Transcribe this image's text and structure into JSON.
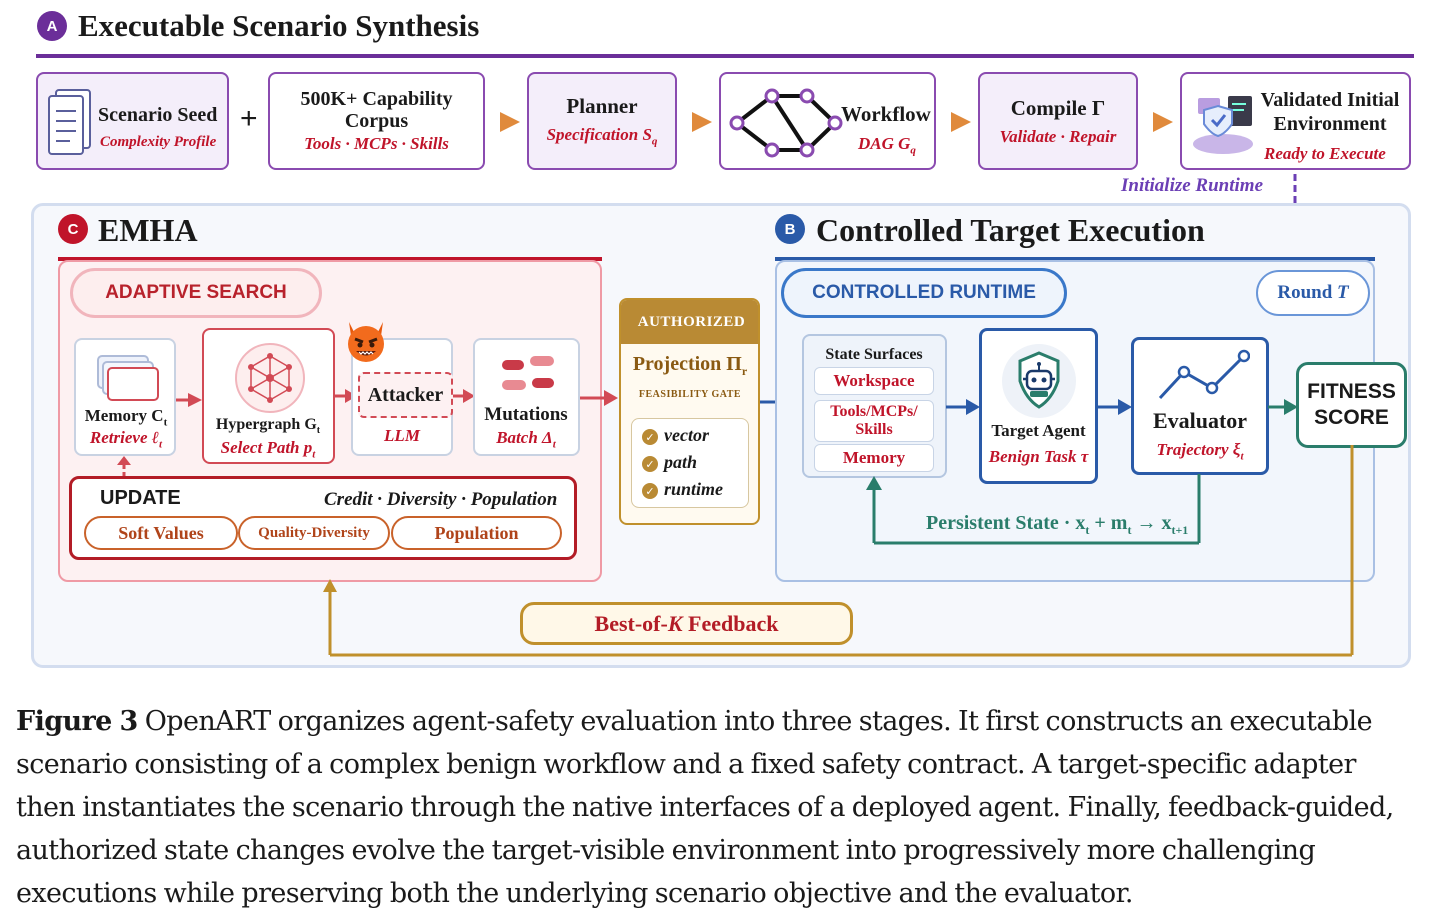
{
  "colors": {
    "purple": "#6b2e99",
    "red": "#c0142a",
    "blue": "#2a5aa8",
    "green": "#2a7d6b",
    "gold": "#c0902c"
  },
  "section_a": {
    "badge": "A",
    "title": "Executable Scenario Synthesis",
    "steps": {
      "seed": {
        "title": "Scenario Seed",
        "sub": "Complexity Profile",
        "icon": "document-stack-icon"
      },
      "plus": "+",
      "corpus": {
        "title": "500K+ Capability Corpus",
        "sub": "Tools · MCPs · Skills"
      },
      "planner": {
        "title": "Planner",
        "sub": "Specification S",
        "sub_index": "q"
      },
      "workflow": {
        "title": "Workflow",
        "sub": "DAG G",
        "sub_index": "q",
        "icon": "dag-graph-icon"
      },
      "compile": {
        "title": "Compile Γ",
        "sub": "Validate · Repair"
      },
      "validated": {
        "title": "Validated Initial Environment",
        "sub": "Ready to Execute",
        "icon": "secure-environment-icon"
      }
    },
    "init_runtime": "Initialize Runtime"
  },
  "section_c": {
    "badge": "C",
    "title": "EMHA",
    "adaptive_search": "ADAPTIVE SEARCH",
    "memory": {
      "title": "Memory C",
      "title_index": "t",
      "sub": "Retrieve ℓ",
      "sub_index": "t",
      "icon": "memory-cards-icon"
    },
    "hypergraph": {
      "title": "Hypergraph G",
      "title_index": "t",
      "sub": "Select Path p",
      "sub_index": "t",
      "icon": "hypergraph-icon"
    },
    "attacker": {
      "title": "Attacker",
      "sub": "LLM",
      "icon": "devil-icon"
    },
    "mutations": {
      "title": "Mutations",
      "sub": "Batch Δ",
      "sub_index": "t",
      "icon": "mutation-pills-icon"
    },
    "update": {
      "label": "UPDATE",
      "subtitle": "Credit · Diversity · Population",
      "pills": [
        "Soft Values",
        "Quality-Diversity",
        "Population"
      ]
    }
  },
  "authorized": {
    "header": "AUTHORIZED",
    "title": "Projection Π",
    "title_index": "r",
    "gate": "FEASIBILITY GATE",
    "checks": [
      "vector",
      "path",
      "runtime"
    ]
  },
  "section_b": {
    "badge": "B",
    "title": "Controlled Target Execution",
    "runtime_label": "CONTROLLED RUNTIME",
    "round": "Round",
    "round_var": "T",
    "state_surfaces": {
      "title": "State Surfaces",
      "items": [
        "Workspace",
        "Tools/MCPs/ Skills",
        "Memory"
      ]
    },
    "target_agent": {
      "title": "Target Agent",
      "sub": "Benign Task τ",
      "icon": "robot-shield-icon"
    },
    "evaluator": {
      "title": "Evaluator",
      "sub": "Trajectory ξ",
      "sub_index": "t",
      "icon": "trajectory-line-icon"
    },
    "fitness": "FITNESS SCORE",
    "persistent_state": "Persistent State · x",
    "persistent_parts": [
      "t",
      " + m",
      "t",
      " → x",
      "t+1"
    ]
  },
  "feedback": {
    "label_pre": "Best-of-",
    "label_var": "K",
    "label_post": " Feedback"
  },
  "caption": {
    "label": "Figure 3",
    "text": "OpenART organizes agent-safety evaluation into three stages. It first constructs an executable scenario consisting of a complex benign workflow and a fixed safety contract. A target-specific adapter then instantiates the scenario through the native interfaces of a deployed agent. Finally, feedback-guided, authorized state changes evolve the target-visible environment into progressively more challenging executions while preserving both the underlying scenario objective and the evaluator."
  }
}
